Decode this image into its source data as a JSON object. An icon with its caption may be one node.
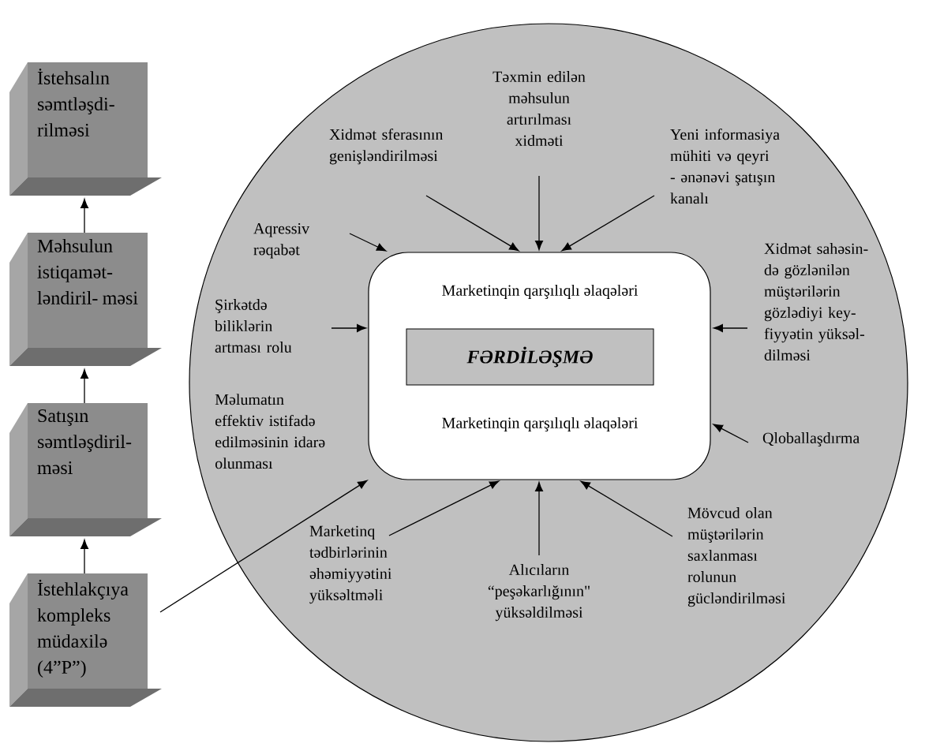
{
  "diagram": {
    "nodes": [
      {
        "text": [
          "İstehsalın səmtləşdi- rilməsi"
        ]
      },
      {
        "text": [
          "Məhsulun istiqamət- ləndiril- məsi"
        ]
      },
      {
        "text": [
          "Satışın səmtləşdiril- məsi"
        ]
      },
      {
        "text": [
          "İstehlakçıya kompleks müdaxilə (4”P”)"
        ]
      },
      {
        "text": [],
        "shape": "circle"
      },
      {
        "text": [
          "Marketinqin qarşılıqlı əlaqələri",
          "Marketinqin qarşılıqlı əlaqələri"
        ],
        "in": 4
      },
      {
        "text": [
          "FƏRDİLƏŞMƏ"
        ],
        "in": 5
      },
      {
        "text": [
          "Təxmin edilən məhsulun artırılması xidməti"
        ],
        "in": 4
      },
      {
        "text": [
          "Xidmət sferasının genişləndirilməsi"
        ],
        "in": 4
      },
      {
        "text": [
          "Yeni informasiya mühiti və qeyri - ənənəvi şatışın kanalı"
        ],
        "in": 4
      },
      {
        "text": [
          "Aqressiv rəqabət"
        ],
        "in": 4
      },
      {
        "text": [
          "Şirkətdə biliklərin artması rolu"
        ],
        "in": 4
      },
      {
        "text": [
          "Xidmət sahəsin- də gözlənilən müştərilərin gözlədiyi key- fiyyətin yüksəl- dilməsi"
        ],
        "in": 4
      },
      {
        "text": [
          "Qloballaşdırma"
        ],
        "in": 4
      },
      {
        "text": [
          "Marketinq tədbirlərinin əhəmiyyətini yüksəltməli"
        ],
        "in": 4
      },
      {
        "text": [
          "Alıcıların “peşəkarlığının\" yüksəldilməsi"
        ],
        "in": 4
      },
      {
        "text": [
          "Mövcud olan müştərilərin saxlanması rolunun gücləndirilməsi"
        ],
        "in": 4
      }
    ],
    "edges": [
      {
        "from": 1,
        "to": 0,
        "arrow": "to"
      },
      {
        "from": 2,
        "to": 1,
        "arrow": "to"
      },
      {
        "from": 3,
        "to": 2,
        "arrow": "to"
      },
      {
        "from": 3,
        "to": 5,
        "arrow": "to"
      },
      {
        "from": 7,
        "to": 5,
        "arrow": "to"
      },
      {
        "from": 8,
        "to": 5,
        "arrow": "to"
      },
      {
        "from": 9,
        "to": 5,
        "arrow": "to"
      },
      {
        "from": 10,
        "to": 5,
        "arrow": "to"
      },
      {
        "from": 11,
        "to": 5,
        "arrow": "to"
      },
      {
        "from": 12,
        "to": 5,
        "arrow": "to"
      },
      {
        "from": 13,
        "to": 5,
        "arrow": "to"
      },
      {
        "from": 14,
        "to": 5,
        "arrow": "to"
      },
      {
        "from": 15,
        "to": 5,
        "arrow": "to"
      },
      {
        "from": 16,
        "to": 5,
        "arrow": "to"
      }
    ],
    "labels": [
      "Məlumatın effektiv istifadə edilməsinin idarə olunması"
    ]
  }
}
